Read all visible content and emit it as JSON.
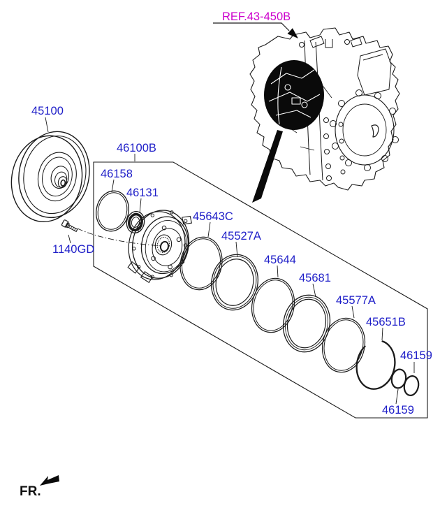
{
  "ref": {
    "label": "REF.43-450B"
  },
  "fr": {
    "label": "FR."
  },
  "parts": {
    "p45100": "45100",
    "p46100B": "46100B",
    "p46158": "46158",
    "p46131": "46131",
    "p45643C": "45643C",
    "p45527A": "45527A",
    "p45644": "45644",
    "p45681": "45681",
    "p45577A": "45577A",
    "p45651B": "45651B",
    "p46159": "46159",
    "p1140GD": "1140GD"
  },
  "colors": {
    "part_label": "#1e1ec8",
    "ref_label": "#cc00cc",
    "line": "#1a1a1a"
  }
}
